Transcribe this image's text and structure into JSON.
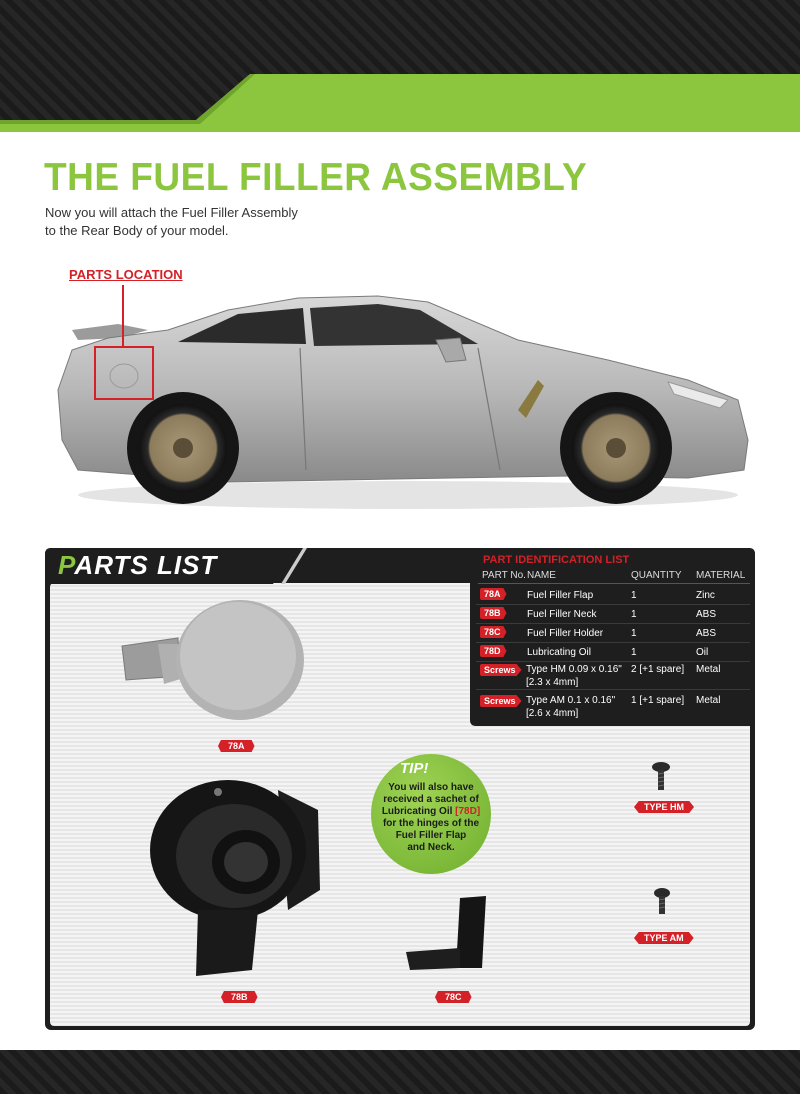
{
  "heading": {
    "title": "THE FUEL FILLER ASSEMBLY",
    "intro_line1": "Now you will attach the Fuel Filler Assembly",
    "intro_line2": "to the Rear Body of your model."
  },
  "parts_location": {
    "label": "PARTS LOCATION"
  },
  "parts_list": {
    "title_first": "P",
    "title_rest": "ARTS LIST",
    "id_title": "PART IDENTIFICATION LIST",
    "columns": [
      "PART No.",
      "NAME",
      "QUANTITY",
      "MATERIAL"
    ],
    "rows": [
      {
        "part": "78A",
        "name": "Fuel Filler Flap",
        "name2": "",
        "qty": "1",
        "material": "Zinc"
      },
      {
        "part": "78B",
        "name": "Fuel Filler Neck",
        "name2": "",
        "qty": "1",
        "material": "ABS"
      },
      {
        "part": "78C",
        "name": "Fuel Filler Holder",
        "name2": "",
        "qty": "1",
        "material": "ABS"
      },
      {
        "part": "78D",
        "name": "Lubricating Oil",
        "name2": "",
        "qty": "1",
        "material": "Oil"
      },
      {
        "part": "Screws",
        "name": "Type HM  0.09 x 0.16\"",
        "name2": "[2.3 x 4mm]",
        "qty": "2 [+1 spare]",
        "material": "Metal"
      },
      {
        "part": "Screws",
        "name": "Type AM  0.1 x 0.16\"",
        "name2": "[2.6 x 4mm]",
        "qty": "1 [+1 spare]",
        "material": "Metal"
      }
    ],
    "labels": {
      "a": "78A",
      "b": "78B",
      "c": "78C",
      "hm": "TYPE HM",
      "am": "TYPE AM"
    }
  },
  "tip": {
    "label": "TIP!",
    "line1": "You will also have",
    "line2": "received a sachet of",
    "line3a": "Lubricating Oil ",
    "line3b": "[78D]",
    "line4": "for the hinges of the",
    "line5": "Fuel Filler Flap",
    "line6": "and Neck."
  },
  "colors": {
    "accent_green": "#8cc63f",
    "accent_red": "#d42027",
    "dark": "#1e1e1e"
  }
}
